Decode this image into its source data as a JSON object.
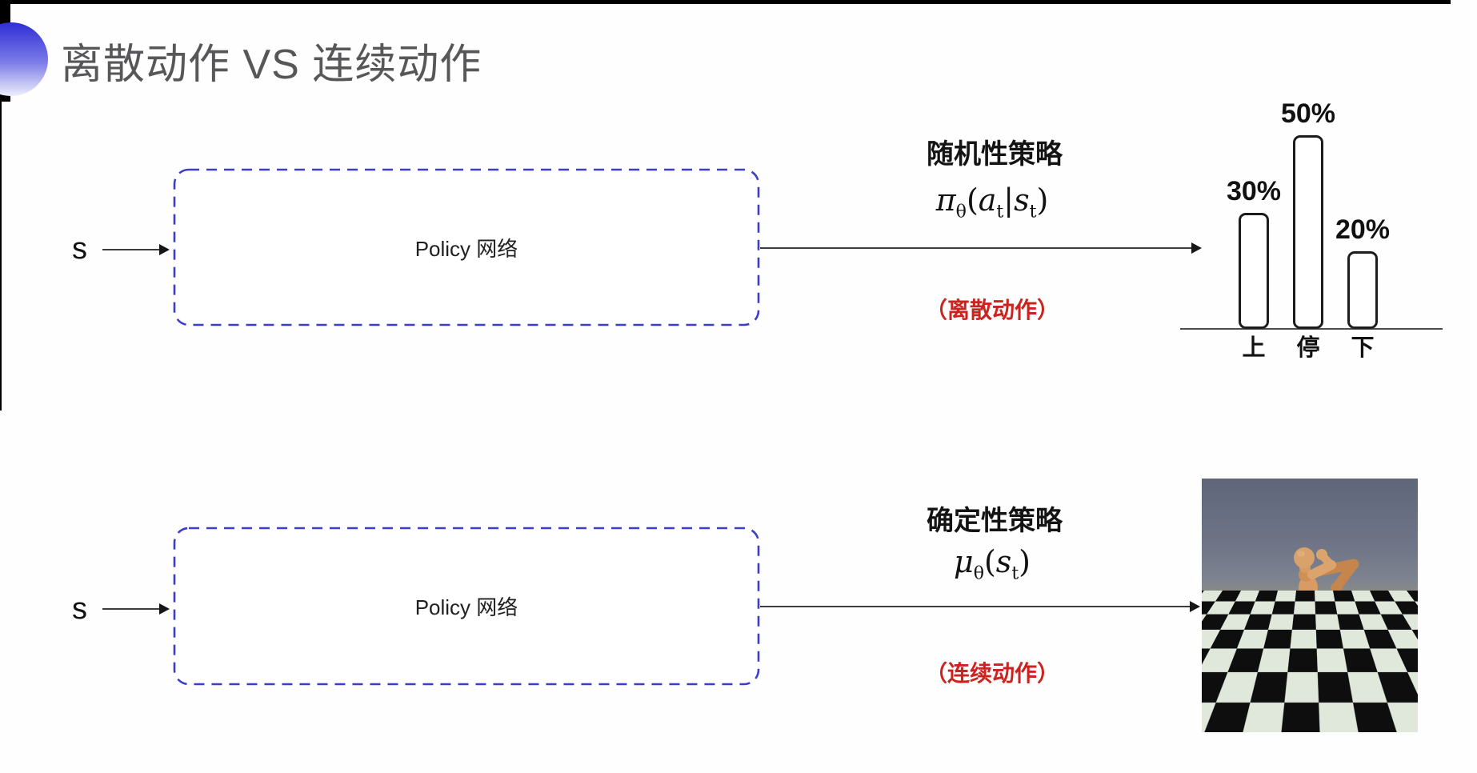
{
  "slide": {
    "title": "离散动作 VS 连续动作",
    "title_color": "#57575a",
    "accent_blue": "#3d3dcb",
    "annotation_red": "#cb2420"
  },
  "top_row": {
    "input_label": "s",
    "box_label": "Policy 网络",
    "policy_name": "随机性策略",
    "formula_tokens": [
      {
        "t": "π",
        "k": "it"
      },
      {
        "t": "θ",
        "k": "sub"
      },
      {
        "t": "(",
        "k": "n"
      },
      {
        "t": "a",
        "k": "it"
      },
      {
        "t": "t",
        "k": "sub"
      },
      {
        "t": "|",
        "k": "n"
      },
      {
        "t": "s",
        "k": "it"
      },
      {
        "t": "t",
        "k": "sub"
      },
      {
        "t": ")",
        "k": "n"
      }
    ],
    "annotation": "（离散动作）"
  },
  "bottom_row": {
    "input_label": "s",
    "box_label": "Policy 网络",
    "policy_name": "确定性策略",
    "formula_tokens": [
      {
        "t": "μ",
        "k": "it"
      },
      {
        "t": "θ",
        "k": "sub"
      },
      {
        "t": "(",
        "k": "n"
      },
      {
        "t": "s",
        "k": "it"
      },
      {
        "t": "t",
        "k": "sub"
      },
      {
        "t": ")",
        "k": "n"
      }
    ],
    "annotation": "（连续动作）"
  },
  "chart_data": {
    "type": "bar",
    "title": "",
    "categories": [
      "上",
      "停",
      "下"
    ],
    "values": [
      30,
      50,
      20
    ],
    "value_labels": [
      "30%",
      "50%",
      "20%"
    ],
    "ylim": [
      0,
      50
    ],
    "grid": false,
    "legend": false,
    "bar_fill": "#ffffff",
    "bar_stroke": "#1c1c1c"
  },
  "robot_image": {
    "subject": "humanoid-robot-on-checkerboard-floor",
    "sky_color": "#666c7c",
    "tile_dark": "#0e0e0e",
    "tile_light": "#e0e8dc",
    "body_color": "#d69a63"
  }
}
